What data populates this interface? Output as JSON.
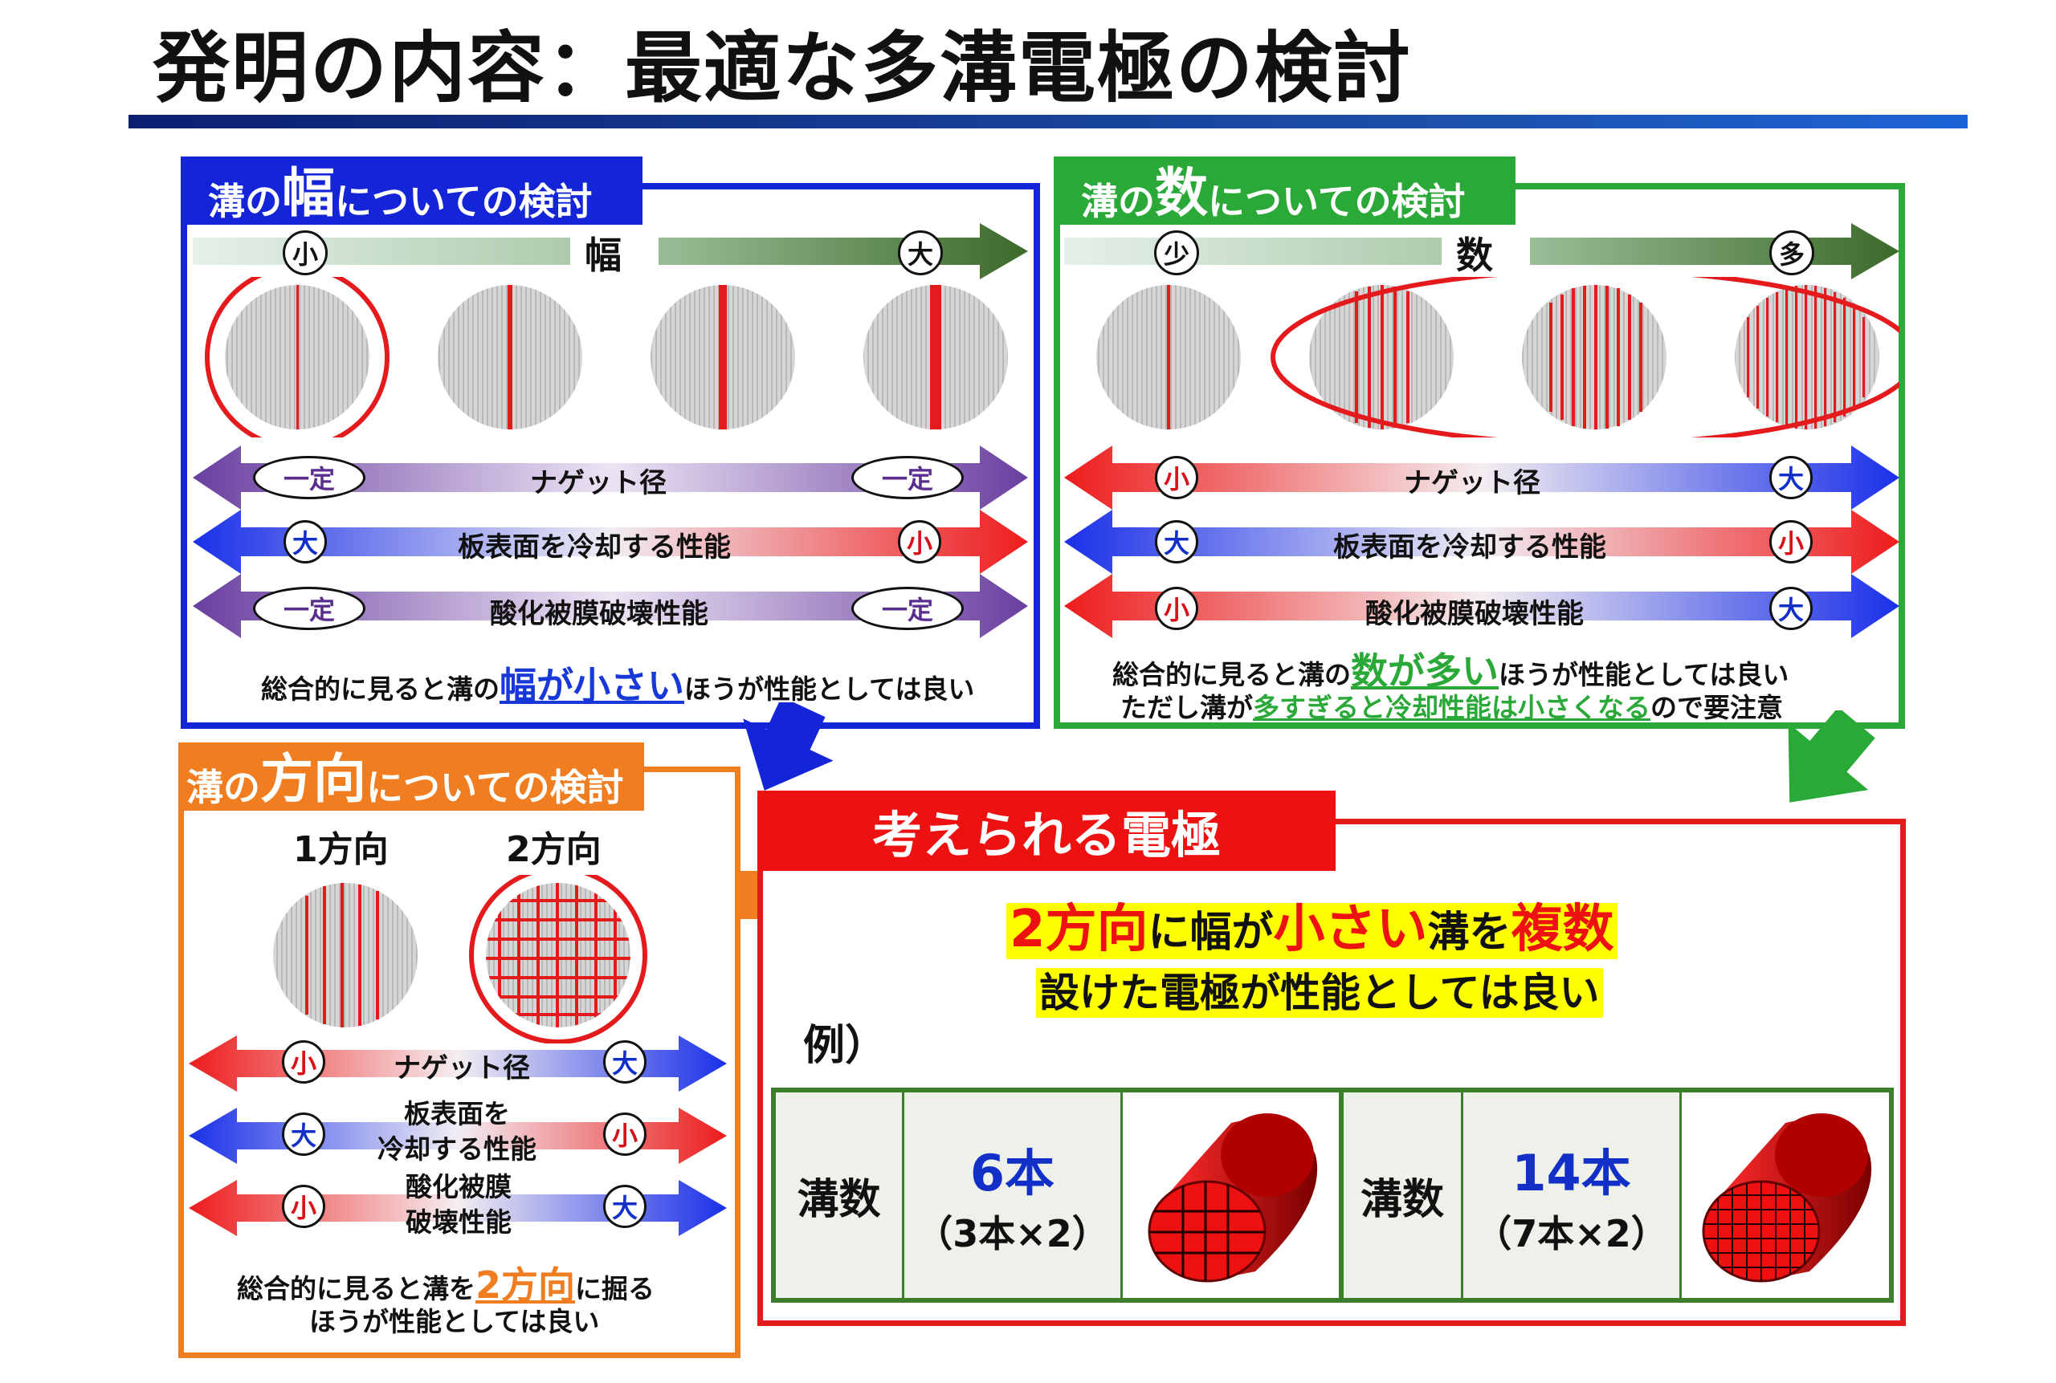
{
  "title": "発明の内容：最適な多溝電極の検討",
  "colors": {
    "blue": "#1838d8",
    "green": "#2aa838",
    "orange": "#f07d20",
    "red": "#e41a1c",
    "dark_green_bar": "#3c6a2a"
  },
  "panel_width": {
    "tab_prefix": "溝の",
    "tab_big": "幅",
    "tab_suffix": "についての検討",
    "scale_label": "幅",
    "scale_min": "小",
    "scale_max": "大",
    "rows": [
      {
        "label": "ナゲット径",
        "left": "一定",
        "right": "一定"
      },
      {
        "label": "板表面を冷却する性能",
        "left": "大",
        "right": "小"
      },
      {
        "label": "酸化被膜破壊性能",
        "left": "一定",
        "right": "一定"
      }
    ],
    "summary_pre": "総合的に見ると溝の",
    "summary_hl": "幅が小さい",
    "summary_post": "ほうが性能としては良い"
  },
  "panel_count": {
    "tab_prefix": "溝の",
    "tab_big": "数",
    "tab_suffix": "についての検討",
    "scale_label": "数",
    "scale_min": "少",
    "scale_max": "多",
    "rows": [
      {
        "label": "ナゲット径",
        "left": "小",
        "right": "大"
      },
      {
        "label": "板表面を冷却する性能",
        "left": "大",
        "right": "小"
      },
      {
        "label": "酸化被膜破壊性能",
        "left": "小",
        "right": "大"
      }
    ],
    "summary_pre": "総合的に見ると溝の",
    "summary_hl": "数が多い",
    "summary_post": "ほうが性能としては良い",
    "note_pre": "ただし溝が",
    "note_hl": "多すぎると冷却性能は小さくなる",
    "note_post": "ので要注意"
  },
  "panel_direction": {
    "tab_prefix": "溝の",
    "tab_big": "方向",
    "tab_suffix": "についての検討",
    "option1": "1方向",
    "option2": "2方向",
    "rows": [
      {
        "label": "ナゲット径",
        "left": "小",
        "right": "大"
      },
      {
        "label": "板表面を冷却する性能",
        "label_l1": "板表面を",
        "label_l2": "冷却する性能",
        "left": "大",
        "right": "小"
      },
      {
        "label": "酸化被膜破壊性能",
        "label_l1": "酸化被膜",
        "label_l2": "破壊性能",
        "left": "小",
        "right": "大"
      }
    ],
    "summary_pre": "総合的に見ると溝を",
    "summary_hl": "2方向",
    "summary_post": "に掘る",
    "summary_l2": "ほうが性能としては良い"
  },
  "panel_result": {
    "tab": "考えられる電極",
    "headline": {
      "p1": "2方向",
      "p2": "に幅が",
      "p3": "小さい",
      "p4": "溝を",
      "p5": "複数"
    },
    "headline_l2": "設けた電極が性能としては良い",
    "example_label": "例）",
    "examples": [
      {
        "label": "溝数",
        "count": "6本",
        "detail": "（3本×2）"
      },
      {
        "label": "溝数",
        "count": "14本",
        "detail": "（7本×2）"
      }
    ]
  }
}
